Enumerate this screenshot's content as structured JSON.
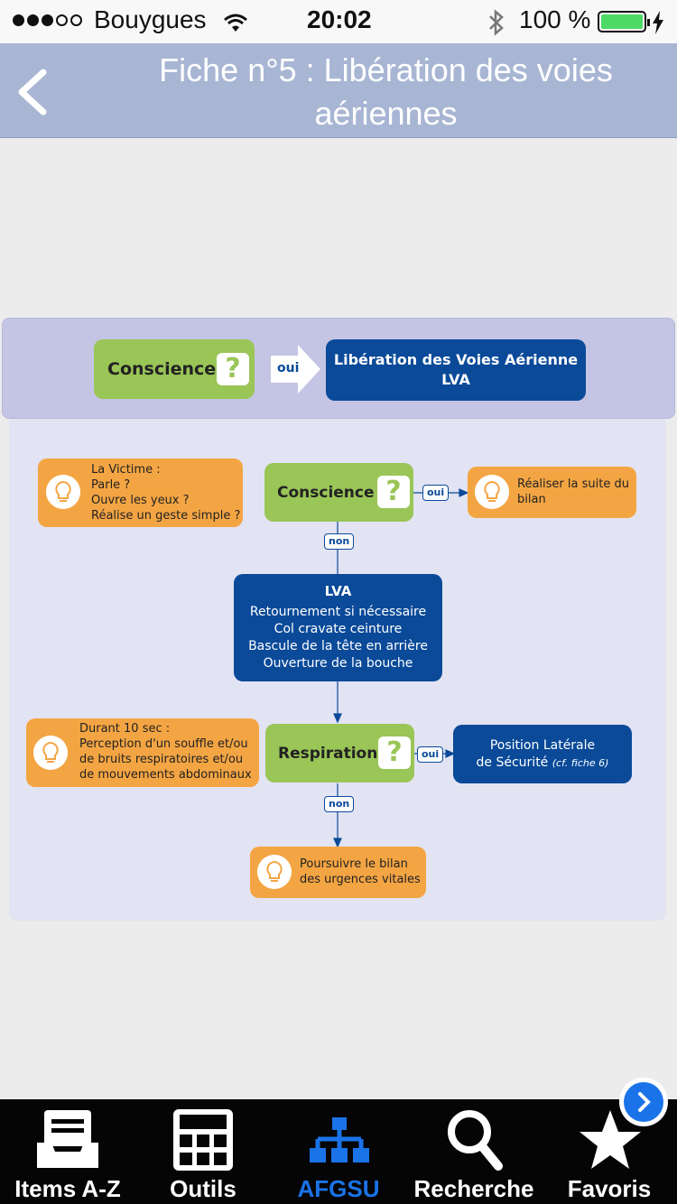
{
  "status": {
    "carrier": "Bouygues",
    "time": "20:02",
    "battery": "100 %"
  },
  "nav": {
    "title_line1": "Fiche n°5 : Libération des voies",
    "title_line2": "aériennes"
  },
  "summary": {
    "conscience": "Conscience",
    "qmark": "?",
    "arrow_label": "oui",
    "lva_line1": "Libération des Voies Aérienne",
    "lva_line2": "LVA"
  },
  "flow": {
    "hint1": [
      "La Victime :",
      "Parle ?",
      "Ouvre les yeux ?",
      "Réalise un geste simple ?"
    ],
    "conscience": "Conscience",
    "oui": "oui",
    "non": "non",
    "result1": [
      "Réaliser la suite du",
      "bilan"
    ],
    "lva_title": "LVA",
    "lva_lines": [
      "Retournement si nécessaire",
      "Col cravate ceinture",
      "Bascule de la tête en arrière",
      "Ouverture de la bouche"
    ],
    "hint2": [
      "Durant 10 sec :",
      "Perception d'un souffle et/ou",
      "de bruits respiratoires et/ou",
      "de mouvements abdominaux"
    ],
    "respiration": "Respiration",
    "pls_line1": "Position Latérale",
    "pls_line2": "de Sécurité",
    "pls_ref": "(cf. fiche 6)",
    "result2": [
      "Poursuivre le bilan",
      "des urgences vitales"
    ]
  },
  "tabs": [
    {
      "label": "Items A-Z",
      "icon": "inbox-icon",
      "active": false
    },
    {
      "label": "Outils",
      "icon": "calculator-icon",
      "active": false
    },
    {
      "label": "AFGSU",
      "icon": "org-chart-icon",
      "active": true
    },
    {
      "label": "Recherche",
      "icon": "magnifier-icon",
      "active": false
    },
    {
      "label": "Favoris",
      "icon": "star-icon",
      "active": false
    }
  ],
  "colors": {
    "nav": "#a8b6d4",
    "green": "#9ac557",
    "blue": "#0a4a99",
    "orange": "#f4a543",
    "active_tab": "#1a73e8"
  }
}
